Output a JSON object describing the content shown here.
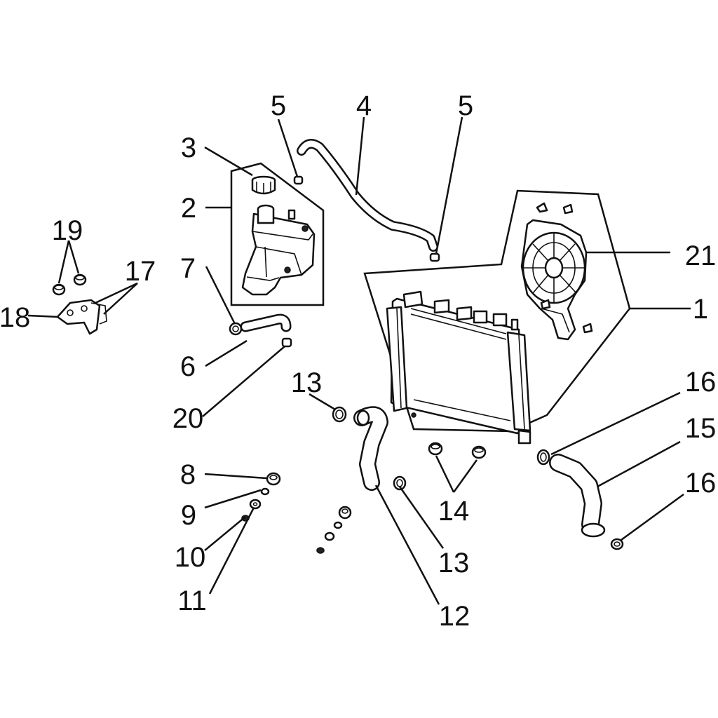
{
  "labels": {
    "l1": "1",
    "l2": "2",
    "l3": "3",
    "l4": "4",
    "l5a": "5",
    "l5b": "5",
    "l6": "6",
    "l7": "7",
    "l8": "8",
    "l9": "9",
    "l10": "10",
    "l11": "11",
    "l12": "12",
    "l13a": "13",
    "l13b": "13",
    "l14": "14",
    "l15": "15",
    "l16a": "16",
    "l16b": "16",
    "l17": "17",
    "l18": "18",
    "l19": "19",
    "l20": "20",
    "l21": "21"
  }
}
